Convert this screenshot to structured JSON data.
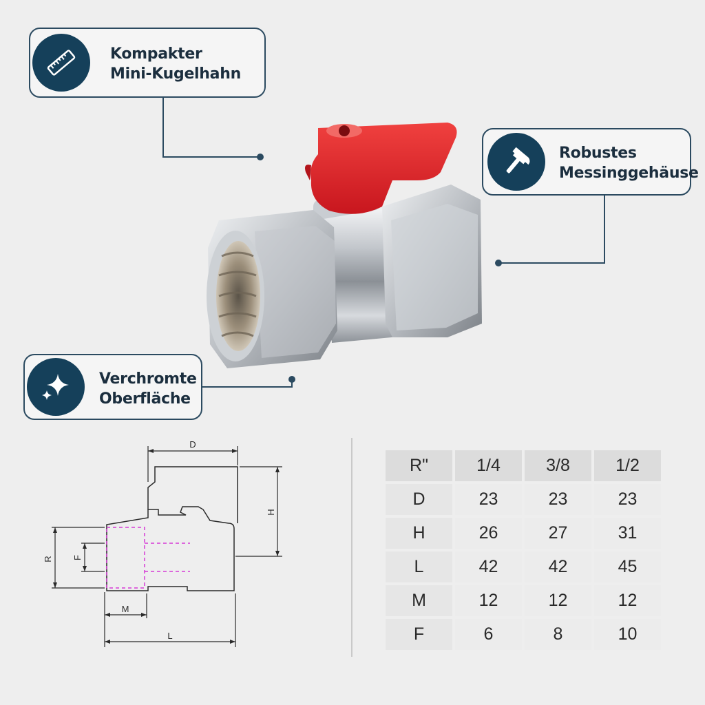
{
  "callouts": {
    "compact": {
      "line1": "Kompakter",
      "line2": "Mini-Kugelhahn",
      "icon": "ruler-icon"
    },
    "brass": {
      "line1": "Robustes",
      "line2": "Messinggehäuse",
      "icon": "hammer-icon"
    },
    "chrome": {
      "line1": "Verchromte",
      "line2": "Oberfläche",
      "icon": "sparkle-icon"
    }
  },
  "drawing": {
    "labels": {
      "D": "D",
      "H": "H",
      "R": "R",
      "F": "F",
      "M": "M",
      "L": "L"
    }
  },
  "table": {
    "header": [
      "R\"",
      "1/4",
      "3/8",
      "1/2"
    ],
    "rows": [
      [
        "D",
        "23",
        "23",
        "23"
      ],
      [
        "H",
        "26",
        "27",
        "31"
      ],
      [
        "L",
        "42",
        "42",
        "45"
      ],
      [
        "M",
        "12",
        "12",
        "12"
      ],
      [
        "F",
        "6",
        "8",
        "10"
      ]
    ]
  },
  "colors": {
    "accent": "#15405a",
    "handle": "#e8242c",
    "thread_lines": "#d63ad6"
  }
}
